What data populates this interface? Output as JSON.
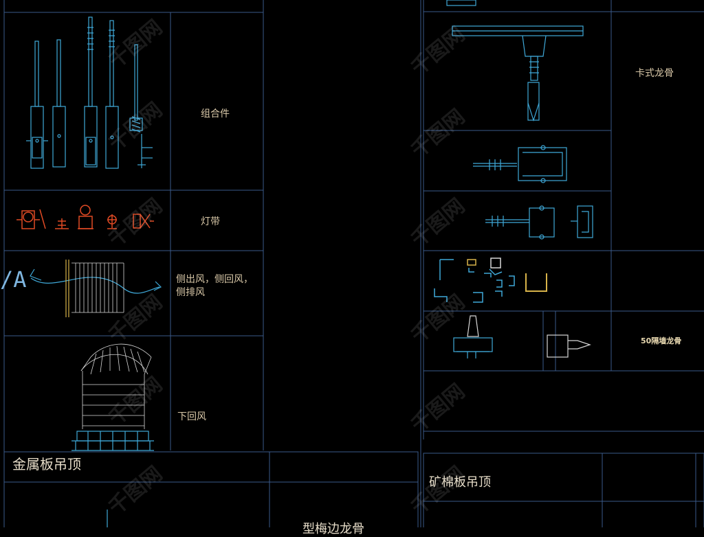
{
  "left_panel": {
    "row_labels": {
      "combo": "组合件",
      "light_strip": "灯带",
      "side_vents": "侧出风，侧回风，\n侧排风",
      "bottom_return": "下回风"
    },
    "vent_tag": "/A"
  },
  "right_panel": {
    "row_labels": {
      "clip_keel": "卡式龙骨",
      "partition_keel": "50隔墙龙骨"
    }
  },
  "bottom_sections": {
    "metal_ceiling": "金属板吊顶",
    "mineral_ceiling": "矿棉板吊顶",
    "partial_caption": "型梅边龙骨"
  },
  "watermark": "千图网",
  "colors": {
    "background": "#000000",
    "grid_line": "#3a5a8a",
    "drawing_cyan": "#3fa9d9",
    "drawing_red": "#e04a24",
    "drawing_yellow": "#d9b44a",
    "drawing_white": "#d8d8d8",
    "label_text": "#d9c8a8"
  }
}
